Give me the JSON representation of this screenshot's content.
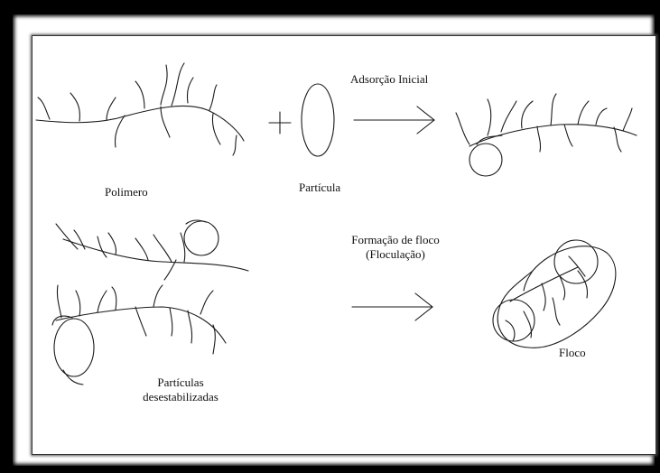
{
  "labels": {
    "polymer": "Polimero",
    "particle": "Partícula",
    "initial_adsorption": "Adsorção Inicial",
    "floc_formation_line1": "Formação de floco",
    "floc_formation_line2": "(Floculação)",
    "destabilized_line1": "Partículas",
    "destabilized_line2": "desestabilizadas",
    "floc": "Floco"
  },
  "symbols": {
    "plus": "+"
  },
  "colors": {
    "stroke": "#1a1a1a",
    "frame": "#000000",
    "background": "#ffffff"
  }
}
